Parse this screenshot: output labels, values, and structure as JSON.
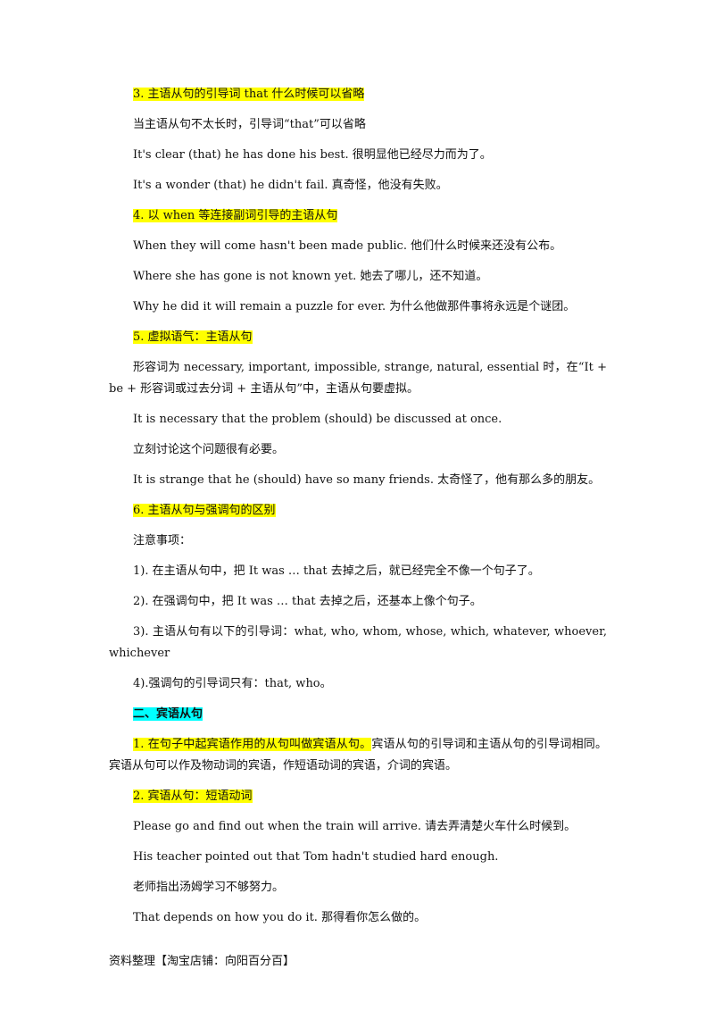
{
  "paragraphs": [
    {
      "highlight": "3. 主语从句的引导词 that 什么时候可以省略",
      "text": ""
    },
    {
      "highlight": "",
      "text": "当主语从句不太长时，引导词“that”可以省略"
    },
    {
      "highlight": "",
      "text": "It's clear (that) he has done his best. 很明显他已经尽力而为了。"
    },
    {
      "highlight": "",
      "text": "It's a wonder (that) he didn't fail. 真奇怪，他没有失败。"
    },
    {
      "highlight": "4. 以 when 等连接副词引导的主语从句",
      "text": ""
    },
    {
      "highlight": "",
      "text": "When they will come hasn't been made public. 他们什么时候来还没有公布。"
    },
    {
      "highlight": "",
      "text": "Where she has gone is not known yet. 她去了哪儿，还不知道。"
    },
    {
      "highlight": "",
      "text": "Why he did it will remain a puzzle for ever. 为什么他做那件事将永远是个谜团。"
    },
    {
      "highlight": "5. 虚拟语气：主语从句",
      "text": ""
    },
    {
      "highlight": "",
      "text": "形容词为 necessary, important, impossible, strange, natural, essential 时，在“It + be + 形容词或过去分词 + 主语从句”中，主语从句要虚拟。"
    },
    {
      "highlight": "",
      "text": "It is necessary that the problem (should) be discussed at once."
    },
    {
      "highlight": "",
      "text": "立刻讨论这个问题很有必要。"
    },
    {
      "highlight": "",
      "text": "It is strange that he (should) have so many friends. 太奇怪了，他有那么多的朋友。"
    },
    {
      "highlight": "6. 主语从句与强调句的区别",
      "text": ""
    },
    {
      "highlight": "",
      "text": "注意事项："
    },
    {
      "highlight": "",
      "text": "1). 在主语从句中，把 It was … that 去掉之后，就已经完全不像一个句子了。"
    },
    {
      "highlight": "",
      "text": "2). 在强调句中，把 It was … that 去掉之后，还基本上像个句子。"
    },
    {
      "highlight": "",
      "text": "3). 主语从句有以下的引导词：what, who, whom, whose, which, whatever, whoever, whichever"
    },
    {
      "highlight": "",
      "text": "4).强调句的引导词只有：that, who。"
    },
    {
      "highlight_cyan": "二、宾语从句",
      "highlight": "",
      "text": ""
    },
    {
      "highlight": "1. 在句子中起宾语作用的从句叫做宾语从句。",
      "text": "宾语从句的引导词和主语从句的引导词相同。宾语从句可以作及物动词的宾语，作短语动词的宾语，介词的宾语。"
    },
    {
      "highlight": "2. 宾语从句：短语动词",
      "text": ""
    },
    {
      "highlight": "",
      "text": "Please go and find out when the train will arrive. 请去弄清楚火车什么时候到。"
    },
    {
      "highlight": "",
      "text": "His teacher pointed out that Tom hadn't studied hard enough."
    },
    {
      "highlight": "",
      "text": "老师指出汤姆学习不够努力。"
    },
    {
      "highlight": "",
      "text": "That depends on how you do it. 那得看你怎么做的。"
    }
  ],
  "footer": "资料整理【淘宝店铺：向阳百分百】"
}
